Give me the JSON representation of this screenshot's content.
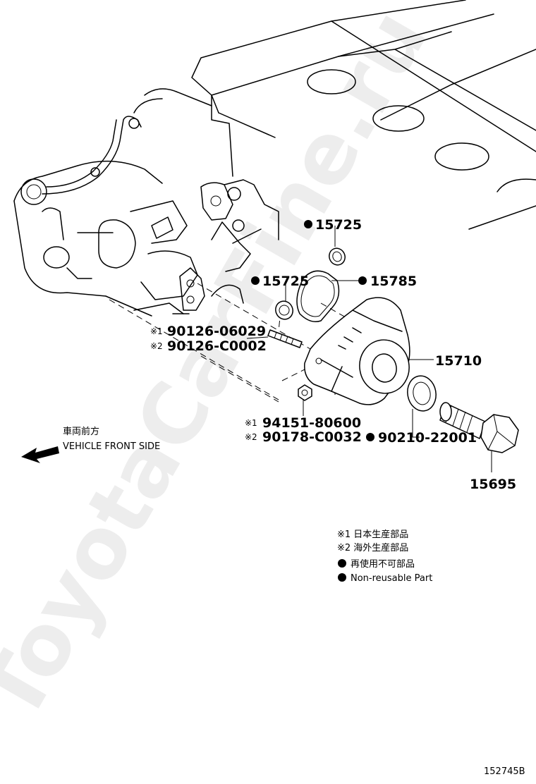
{
  "watermark": "ToyotaCarFine.ru",
  "callouts": {
    "p15725_upper": "15725",
    "p15725_lower": "15725",
    "p15785": "15785",
    "p15710": "15710",
    "p90210": "90210-22001",
    "p15695": "15695",
    "stud_mark1": "※1",
    "stud_num1": "90126-06029",
    "stud_mark2": "※2",
    "stud_num2": "90126-C0002",
    "nut_mark1": "※1",
    "nut_num1": "94151-80600",
    "nut_mark2": "※2",
    "nut_num2": "90178-C0032"
  },
  "direction": {
    "japanese": "車両前方",
    "english": "VEHICLE FRONT SIDE"
  },
  "legend": {
    "line1": "※1 日本生産部品",
    "line2": "※2 海外生産部品",
    "line3": "再使用不可部品",
    "line4": "Non-reusable Part"
  },
  "figure_id": "152745B"
}
